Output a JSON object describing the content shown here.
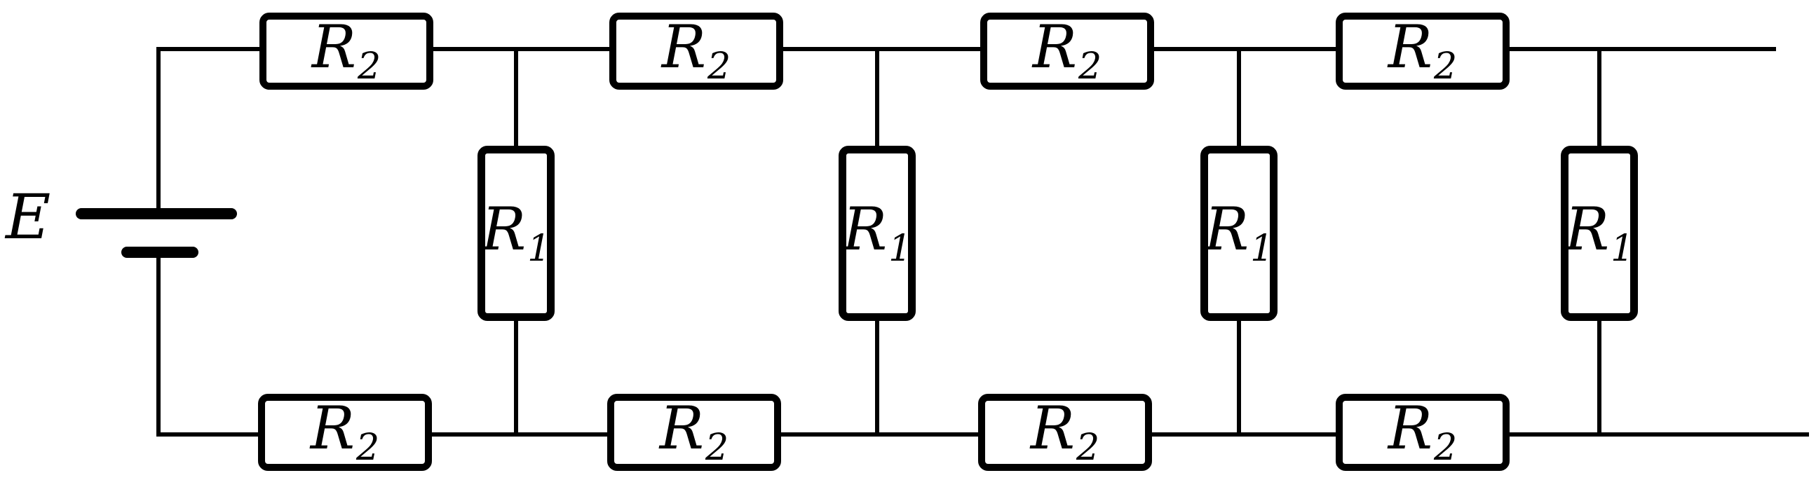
{
  "diagram": {
    "kind": "resistor-ladder-circuit",
    "source_label": "E",
    "top_resistors": [
      {
        "name": "R",
        "sub": "2"
      },
      {
        "name": "R",
        "sub": "2"
      },
      {
        "name": "R",
        "sub": "2"
      },
      {
        "name": "R",
        "sub": "2"
      }
    ],
    "bottom_resistors": [
      {
        "name": "R",
        "sub": "2"
      },
      {
        "name": "R",
        "sub": "2"
      },
      {
        "name": "R",
        "sub": "2"
      },
      {
        "name": "R",
        "sub": "2"
      }
    ],
    "shunt_resistors": [
      {
        "name": "R",
        "sub": "1"
      },
      {
        "name": "R",
        "sub": "1"
      },
      {
        "name": "R",
        "sub": "1"
      },
      {
        "name": "R",
        "sub": "1"
      }
    ]
  },
  "colors": {
    "line": "#000000",
    "background": "#ffffff"
  }
}
